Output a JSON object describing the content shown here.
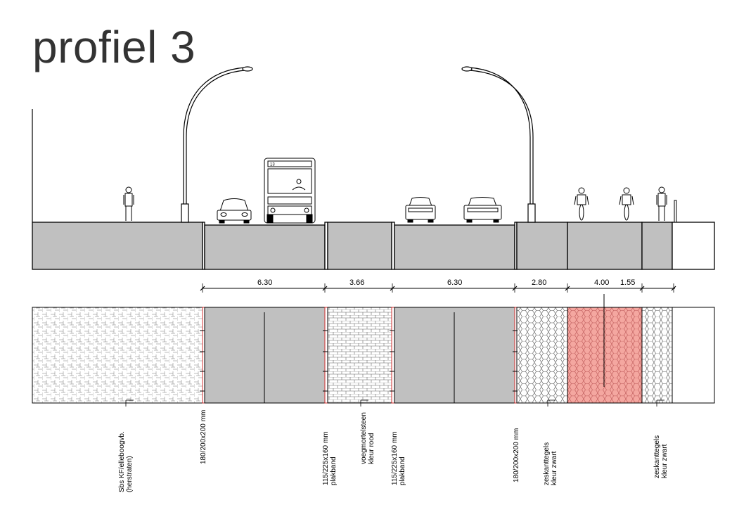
{
  "title": "profiel 3",
  "bus_line": "13",
  "dimensions": [
    {
      "id": "dim-1",
      "text": "6.30"
    },
    {
      "id": "dim-2",
      "text": "3.66"
    },
    {
      "id": "dim-3",
      "text": "6.30"
    },
    {
      "id": "dim-4",
      "text": "2.80"
    },
    {
      "id": "dim-5",
      "text": "4.00"
    },
    {
      "id": "dim-6",
      "text": "1.55"
    }
  ],
  "labels": {
    "sbs_1": "Sbs KF/elleboogvb.",
    "sbs_2": "(herstraten)",
    "band_1": "180/200x200 mm",
    "plak_a1": "115/225x160 mm",
    "plak_a2": "plakband",
    "voeg_1": "voegmortelsteen",
    "voeg_2": "kleur rood",
    "plak_b1": "115/225x160 mm",
    "plak_b2": "plakband",
    "band_2": "180/200x200 mm",
    "zes_a1": "zeskanttegels",
    "zes_a2": "kleur zwart",
    "zes_b1": "zeskanttegels",
    "zes_b2": "kleur zwart"
  },
  "colors": {
    "asphalt": "#c0c0c0",
    "red_paving": "#f4a7a0",
    "edge_red": "#d32f2f",
    "lines": "#000000"
  }
}
